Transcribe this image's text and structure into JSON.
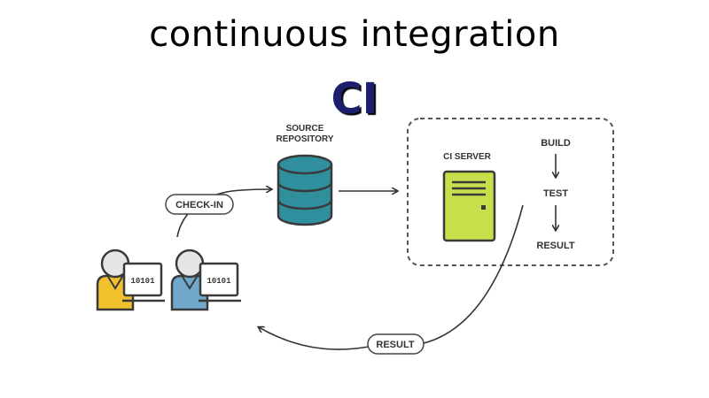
{
  "title": "continuous integration",
  "subtitle": "CI",
  "diagram": {
    "source_repository_label": [
      "SOURCE",
      "REPOSITORY"
    ],
    "check_in_label": "CHECK-IN",
    "ci_server_label": "CI SERVER",
    "pipeline": [
      "BUILD",
      "TEST",
      "RESULT"
    ],
    "result_label": "RESULT",
    "laptop_text": "10101",
    "icons": [
      "database-icon",
      "server-icon",
      "developer-icon",
      "laptop-icon"
    ],
    "colors": {
      "database": "#2f8f9c",
      "server": "#c5e04b",
      "developer_1_shirt": "#f2c12e",
      "developer_2_shirt": "#6fa8c9",
      "outline": "#3a3a3a",
      "dashed_border": "#555555"
    }
  }
}
